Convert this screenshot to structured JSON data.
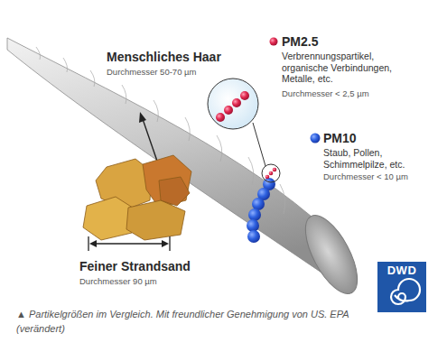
{
  "diagram": {
    "caption": "▲ Partikelgrößen im Vergleich. Mit freundlicher Genehmigung von US. EPA (verändert)",
    "nodes": [
      {
        "text": [
          "DWD"
        ]
      }
    ],
    "labels": [
      "Menschliches Haar",
      "Durchmesser 50-70 µm",
      "PM2.5",
      "Verbrennungspartikel, organische Verbindungen, Metalle, etc.",
      "Durchmesser < 2,5 µm",
      "PM10",
      "Staub, Pollen, Schimmelpilze, etc.",
      "Durchmesser < 10 µm",
      "Feiner Strandsand",
      "Durchmesser 90 µm"
    ]
  }
}
